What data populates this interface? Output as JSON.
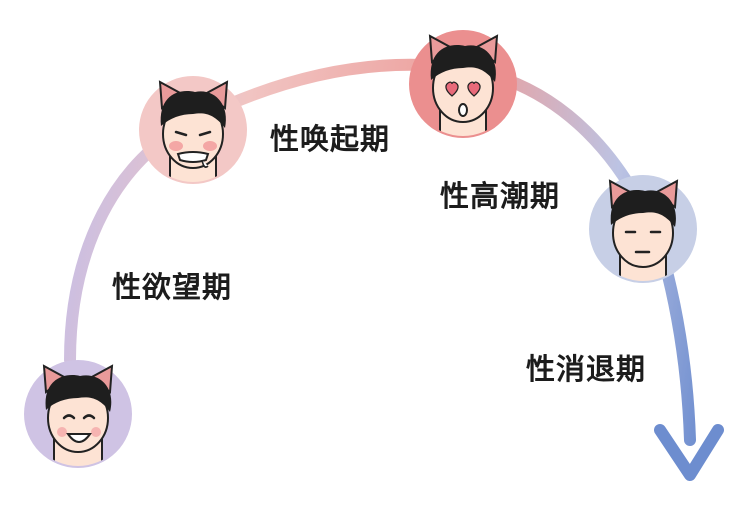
{
  "diagram": {
    "stages": [
      {
        "id": "desire",
        "label": "性欲望期",
        "bg_color": "#cfc3e4",
        "expression": "smiling with rosy cheeks"
      },
      {
        "id": "arousal",
        "label": "性唤起期",
        "bg_color": "#f3c8c6",
        "expression": "flushed, drooling"
      },
      {
        "id": "climax",
        "label": "性高潮期",
        "bg_color": "#eb8f8f",
        "expression": "heart eyes"
      },
      {
        "id": "resolution",
        "label": "性消退期",
        "bg_color": "#c7cfe6",
        "expression": "calm, neutral"
      }
    ],
    "colors": {
      "arc_start": "#cdbfe0",
      "arc_mid": "#efb3b0",
      "arc_peak": "#ec8f8d",
      "arc_end": "#6f8fcf",
      "hair": "#1e1e1e",
      "skin": "#fde3d4",
      "ear": "#e99a9a"
    }
  }
}
